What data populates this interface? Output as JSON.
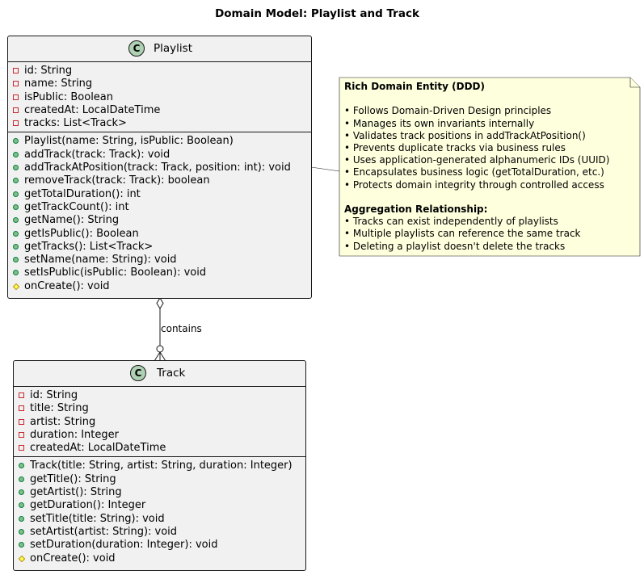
{
  "title": "Domain Model: Playlist and Track",
  "playlist": {
    "stereotype_letter": "C",
    "name": "Playlist",
    "attributes": [
      {
        "vis": "private",
        "text": "id: String"
      },
      {
        "vis": "private",
        "text": "name: String"
      },
      {
        "vis": "private",
        "text": "isPublic: Boolean"
      },
      {
        "vis": "private",
        "text": "createdAt: LocalDateTime"
      },
      {
        "vis": "private",
        "text": "tracks: List<Track>"
      }
    ],
    "methods": [
      {
        "vis": "public",
        "text": "Playlist(name: String, isPublic: Boolean)"
      },
      {
        "vis": "public",
        "text": "addTrack(track: Track): void"
      },
      {
        "vis": "public",
        "text": "addTrackAtPosition(track: Track, position: int): void"
      },
      {
        "vis": "public",
        "text": "removeTrack(track: Track): boolean"
      },
      {
        "vis": "public",
        "text": "getTotalDuration(): int"
      },
      {
        "vis": "public",
        "text": "getTrackCount(): int"
      },
      {
        "vis": "public",
        "text": "getName(): String"
      },
      {
        "vis": "public",
        "text": "getIsPublic(): Boolean"
      },
      {
        "vis": "public",
        "text": "getTracks(): List<Track>"
      },
      {
        "vis": "public",
        "text": "setName(name: String): void"
      },
      {
        "vis": "public",
        "text": "setIsPublic(isPublic: Boolean): void"
      },
      {
        "vis": "protected",
        "text": "onCreate(): void"
      }
    ]
  },
  "track": {
    "stereotype_letter": "C",
    "name": "Track",
    "attributes": [
      {
        "vis": "private",
        "text": "id: String"
      },
      {
        "vis": "private",
        "text": "title: String"
      },
      {
        "vis": "private",
        "text": "artist: String"
      },
      {
        "vis": "private",
        "text": "duration: Integer"
      },
      {
        "vis": "private",
        "text": "createdAt: LocalDateTime"
      }
    ],
    "methods": [
      {
        "vis": "public",
        "text": "Track(title: String, artist: String, duration: Integer)"
      },
      {
        "vis": "public",
        "text": "getTitle(): String"
      },
      {
        "vis": "public",
        "text": "getArtist(): String"
      },
      {
        "vis": "public",
        "text": "getDuration(): Integer"
      },
      {
        "vis": "public",
        "text": "setTitle(title: String): void"
      },
      {
        "vis": "public",
        "text": "setArtist(artist: String): void"
      },
      {
        "vis": "public",
        "text": "setDuration(duration: Integer): void"
      },
      {
        "vis": "protected",
        "text": "onCreate(): void"
      }
    ]
  },
  "relationship": {
    "type": "aggregation",
    "label": "contains",
    "from": "Playlist",
    "to": "Track"
  },
  "note": {
    "lines": [
      {
        "bold": true,
        "text": "Rich Domain Entity (DDD)"
      },
      {
        "bold": false,
        "text": ""
      },
      {
        "bold": false,
        "text": "• Follows Domain-Driven Design principles"
      },
      {
        "bold": false,
        "text": "• Manages its own invariants internally"
      },
      {
        "bold": false,
        "text": "• Validates track positions in addTrackAtPosition()"
      },
      {
        "bold": false,
        "text": "• Prevents duplicate tracks via business rules"
      },
      {
        "bold": false,
        "text": "• Uses application-generated alphanumeric IDs (UUID)"
      },
      {
        "bold": false,
        "text": "• Encapsulates business logic (getTotalDuration, etc.)"
      },
      {
        "bold": false,
        "text": "• Protects domain integrity through controlled access"
      },
      {
        "bold": false,
        "text": ""
      },
      {
        "bold": true,
        "text": "Aggregation Relationship:"
      },
      {
        "bold": false,
        "text": "• Tracks can exist independently of playlists"
      },
      {
        "bold": false,
        "text": "• Multiple playlists can reference the same track"
      },
      {
        "bold": false,
        "text": "• Deleting a playlist doesn't delete the tracks"
      }
    ]
  },
  "colors": {
    "class_fill": "#f1f1f1",
    "class_border": "#181818",
    "badge_fill": "#add1b2",
    "note_fill": "#feffdd",
    "private_marker": "#c82930",
    "public_marker": "#84be84",
    "protected_marker": "#ffff44"
  }
}
